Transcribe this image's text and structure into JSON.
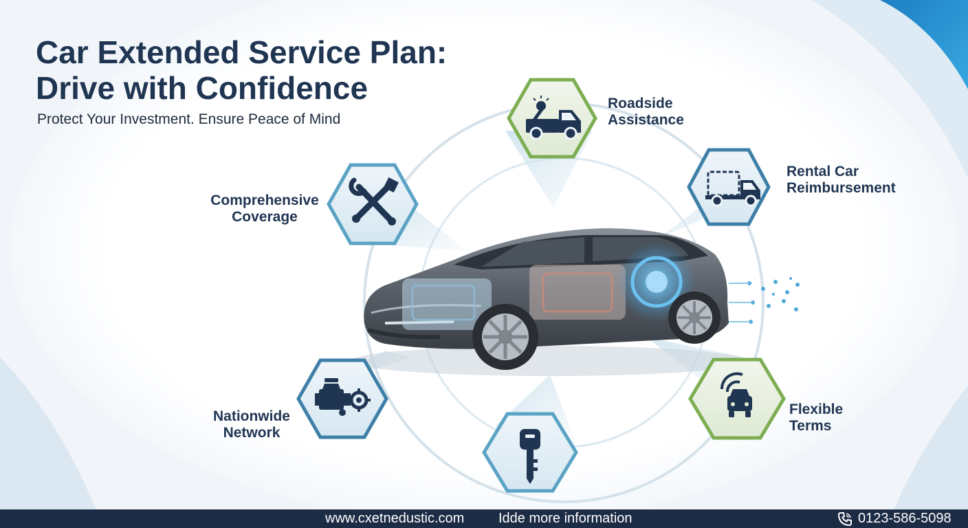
{
  "header": {
    "title_line1": "Car Extended Service Plan:",
    "title_line2": "Drive with Confidence",
    "subtitle": "Protect Your Investment. Ensure Peace of Mind"
  },
  "features": {
    "roadside": {
      "line1": "Roadside",
      "line2": "Assistance",
      "icon": "tow-truck-icon"
    },
    "rental": {
      "line1": "Rental Car",
      "line2": "Reimbursement",
      "icon": "truck-icon"
    },
    "comprehensive": {
      "line1": "Comprehensive",
      "line2": "Coverage",
      "icon": "wrench-screwdriver-icon"
    },
    "network": {
      "line1": "Nationwide",
      "line2": "Network",
      "icon": "engine-gear-icon"
    },
    "key": {
      "icon": "car-key-icon"
    },
    "flexible": {
      "line1": "Flexible",
      "line2": "Terms",
      "icon": "car-signal-icon"
    }
  },
  "footer": {
    "url": "www.cxetnedustic.com",
    "info": "Idde more information",
    "phone": "0123-586-5098"
  },
  "colors": {
    "navy": "#1f3552",
    "footer": "#1c2c45",
    "teal_border": "#5ba3c4",
    "green_border": "#7dae52",
    "accent_blue": "#2e9ad8"
  }
}
